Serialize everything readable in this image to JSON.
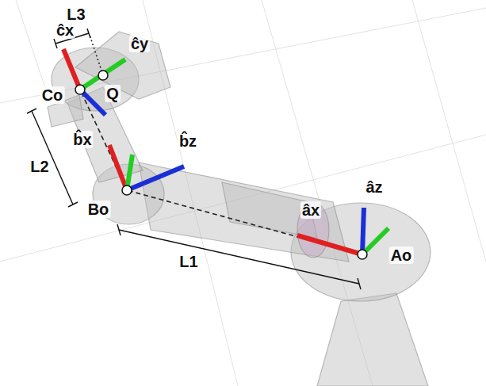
{
  "diagram": {
    "labels": [
      "L3",
      "ĉx",
      "ĉy",
      "Co",
      "Q",
      "L2",
      "b̂x",
      "b̂z",
      "Bo",
      "L1",
      "âx",
      "âz",
      "Ao"
    ]
  }
}
